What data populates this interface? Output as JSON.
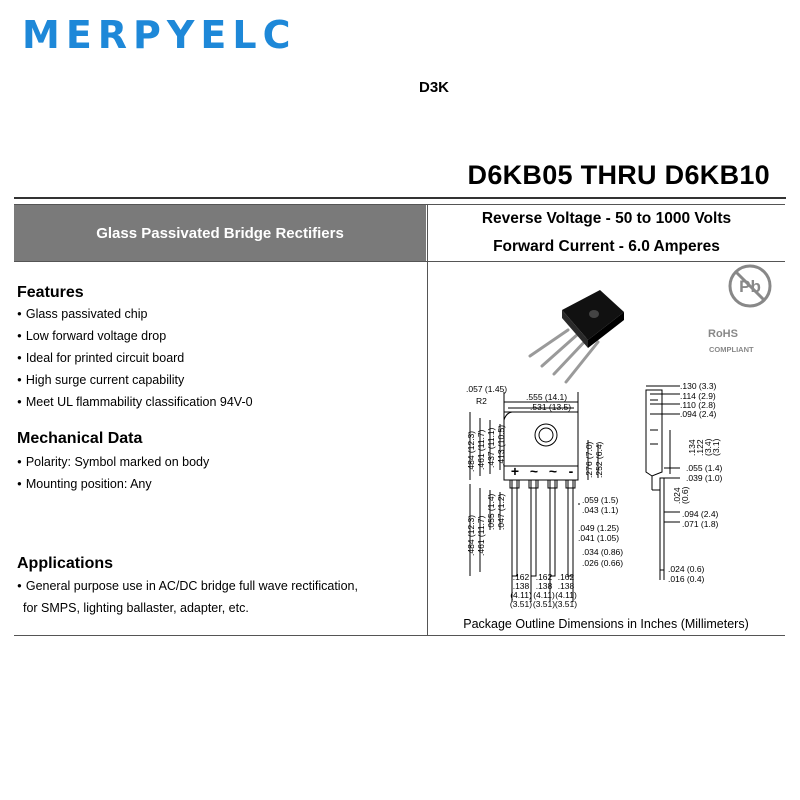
{
  "brand": {
    "name": "MERPYELC",
    "color": "#1e88d8"
  },
  "part_title": "D6KB05 THRU D6KB10",
  "header": {
    "category": "Glass Passivated Bridge Rectifiers",
    "reverse_voltage": "Reverse Voltage  -  50 to 1000 Volts",
    "forward_current": "Forward Current -  6.0 Amperes"
  },
  "features": {
    "title": "Features",
    "items": [
      "Glass passivated chip",
      "Low forward voltage drop",
      "Ideal for printed circuit board",
      "High surge current capability",
      "Meet UL flammability classification 94V-0"
    ]
  },
  "mechanical": {
    "title": "Mechanical Data",
    "items": [
      "Polarity: Symbol marked on body",
      "Mounting position: Any"
    ]
  },
  "applications": {
    "title": "Applications",
    "line1": "General purpose use in AC/DC bridge full wave rectification,",
    "line2": "for SMPS, lighting ballaster, adapter, etc."
  },
  "package": {
    "name": "D3K",
    "pb_symbol": "Pb",
    "rohs": "RoHS",
    "rohs_sub": "COMPLIANT",
    "caption": "Package Outline Dimensions in Inches (Millimeters)",
    "pin_marks": [
      "+",
      "~",
      "~",
      "-"
    ],
    "dims": {
      "d057": ".057 (1.45)",
      "r2": "R2",
      "d555": ".555 (14.1)",
      "d531": ".531 (13.5)",
      "d484a": ".484 (12.3)",
      "d461a": ".461 (11.7)",
      "d437": ".437 (11.1)",
      "d413": ".413 (10.5)",
      "d276": ".276 (7.0)",
      "d252": ".252 (6.4)",
      "d059": ".059 (1.5)",
      "d043": ".043 (1.1)",
      "d484b": ".484 (12.3)",
      "d461b": ".461 (11.7)",
      "d055b": ".055 (1.4)",
      "d047": ".047 (1.2)",
      "d049": ".049 (1.25)",
      "d041": ".041 (1.05)",
      "d034": ".034 (0.86)",
      "d026": ".026 (0.66)",
      "p162": ".162",
      "p138": ".138",
      "p411": "(4.11)",
      "p351": "(3.51)",
      "s130": ".130 (3.3)",
      "s114": ".114 (2.9)",
      "s110": ".110 (2.8)",
      "s094a": ".094 (2.4)",
      "s134": ".134",
      "s122": ".122",
      "s34": "(3.4)",
      "s31": "(3.1)",
      "s055": ".055 (1.4)",
      "s039": ".039 (1.0)",
      "s024": ".024",
      "s06": "(0.6)",
      "s094b": ".094 (2.4)",
      "s071": ".071 (1.8)",
      "s024b": ".024 (0.6)",
      "s016": ".016 (0.4)"
    }
  }
}
